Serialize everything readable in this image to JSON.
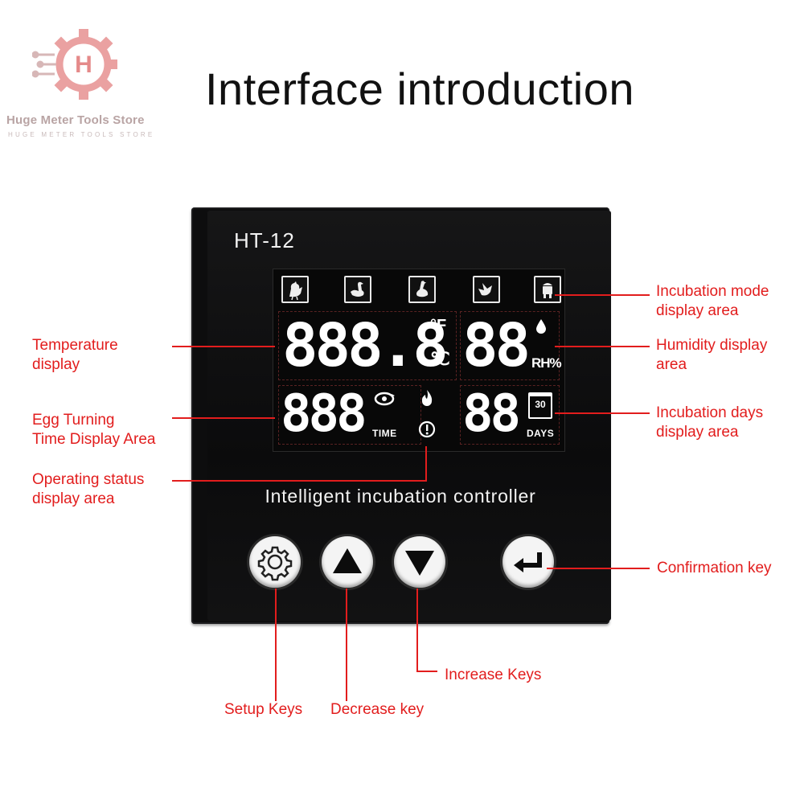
{
  "brand": {
    "store_name": "Huge Meter Tools Store",
    "store_subtitle": "HUGE METER TOOLS STORE",
    "logo_letter": "H",
    "accent_color": "#e21d1d"
  },
  "title": "Interface introduction",
  "device": {
    "model": "HT-12",
    "slogan": "Intelligent incubation controller",
    "lcd": {
      "temp_digits": "888.8",
      "unit_f": "°F",
      "unit_c": "℃",
      "humidity_digits": "88",
      "humidity_unit": "RH%",
      "time_digits": "888",
      "time_label": "TIME",
      "days_digits": "88",
      "days_label": "DAYS",
      "calendar_number": "30",
      "mode_icons": [
        "chicken-icon",
        "duck-icon",
        "goose-icon",
        "bird-icon",
        "custom-mode-icon"
      ]
    }
  },
  "annotations": {
    "temperature": [
      "Temperature",
      "display"
    ],
    "egg_turning": [
      "Egg Turning",
      "Time Display Area"
    ],
    "operating_status": [
      "Operating status",
      "display area"
    ],
    "incubation_mode": [
      "Incubation mode",
      "display area"
    ],
    "humidity": [
      "Humidity display",
      "area"
    ],
    "incubation_days": [
      "Incubation days",
      "display area"
    ],
    "confirmation": "Confirmation key",
    "increase": "Increase Keys",
    "setup": "Setup Keys",
    "decrease": "Decrease key"
  }
}
